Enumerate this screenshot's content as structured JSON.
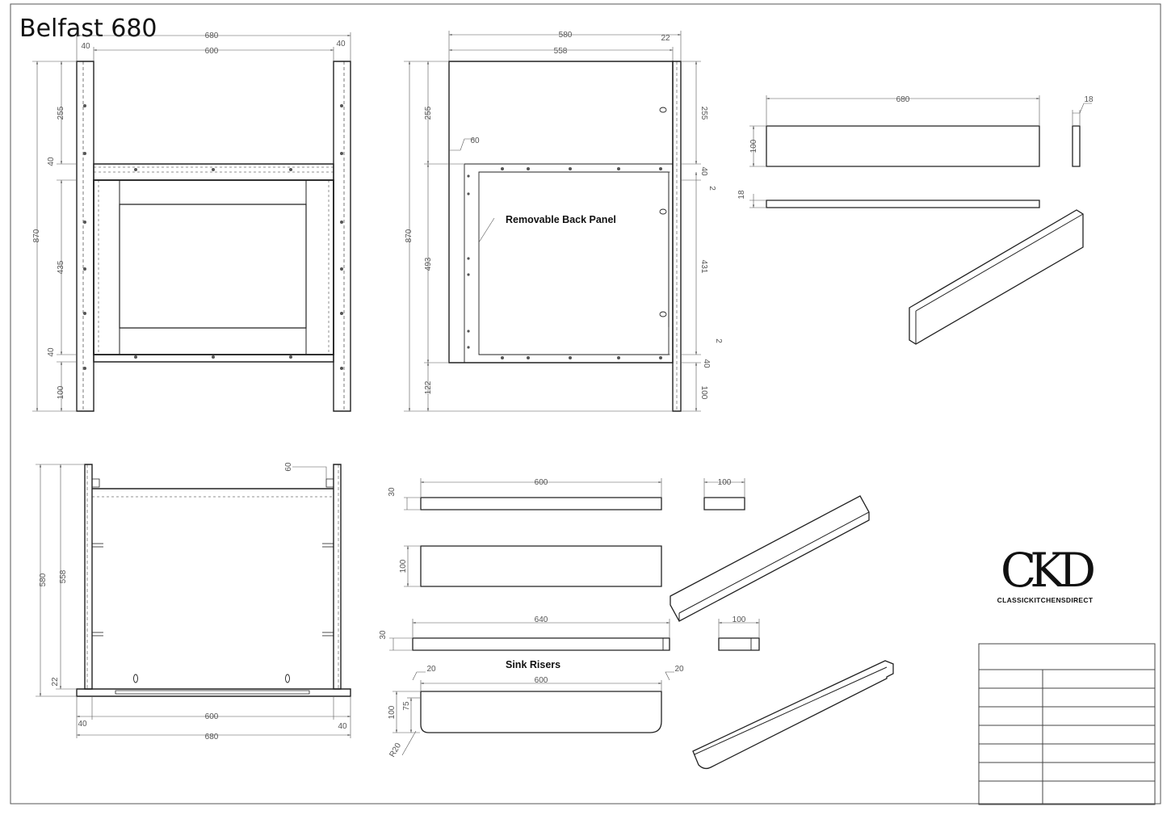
{
  "title": "Belfast 680",
  "notes": {
    "back_panel": "Removable Back Panel",
    "sink_risers": "Sink Risers"
  },
  "logo": {
    "mark": "CKD",
    "name": "CLASSICKITCHENSDIRECT"
  },
  "dimensions": {
    "front": {
      "overall_width": "680",
      "inner_width": "600",
      "post_left": "40",
      "post_right": "40",
      "height": "870",
      "top": "255",
      "rail_top": "40",
      "middle": "435",
      "rail_bottom": "40",
      "foot": "100"
    },
    "side": {
      "overall_depth": "580",
      "panel_depth": "558",
      "post": "22",
      "rebate": "60",
      "height": "870",
      "top_left": "255",
      "middle_left": "493",
      "foot_left": "122",
      "top_right": "255",
      "rail_right": "40",
      "gap_top": "2",
      "middle_right": "431",
      "gap_bottom": "2",
      "rail_bottom": "40",
      "foot_right": "100"
    },
    "plinth": {
      "length": "680",
      "height": "100",
      "thickness": "18",
      "top_thickness": "18"
    },
    "plan": {
      "depth": "580",
      "inner_depth": "558",
      "rebate": "60",
      "post": "22",
      "inner_width": "600",
      "overall_width": "680",
      "post_left": "40",
      "post_right": "40"
    },
    "risers": {
      "rail_length": "600",
      "rail_height": "30",
      "block_width": "100",
      "board_height": "100",
      "long_rail": "640",
      "long_rail_height": "30",
      "block2_width": "100",
      "notch_left": "20",
      "notch_right": "20",
      "bottom_length": "600",
      "bottom_height": "100",
      "bottom_inner": "75",
      "radius": "R20"
    }
  },
  "title_block_rows": 8
}
